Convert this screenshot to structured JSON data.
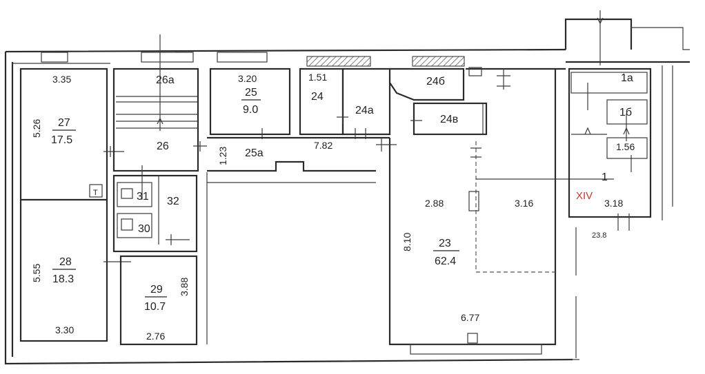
{
  "plan": {
    "rooms": [
      {
        "id": "27",
        "number": "27",
        "area": "17.5"
      },
      {
        "id": "28",
        "number": "28",
        "area": "18.3"
      },
      {
        "id": "26a",
        "number": "26а"
      },
      {
        "id": "26",
        "number": "26"
      },
      {
        "id": "25",
        "number": "25",
        "area": "9.0"
      },
      {
        "id": "25a",
        "number": "25а"
      },
      {
        "id": "24",
        "number": "24"
      },
      {
        "id": "24a",
        "number": "24а"
      },
      {
        "id": "24b",
        "number": "24б"
      },
      {
        "id": "24v",
        "number": "24в"
      },
      {
        "id": "31",
        "number": "31"
      },
      {
        "id": "30",
        "number": "30"
      },
      {
        "id": "32",
        "number": "32"
      },
      {
        "id": "29",
        "number": "29",
        "area": "10.7"
      },
      {
        "id": "23",
        "number": "23",
        "area": "62.4"
      },
      {
        "id": "1a",
        "number": "1а"
      },
      {
        "id": "1b",
        "number": "1б"
      },
      {
        "id": "1",
        "number": "1"
      }
    ],
    "dimensions": {
      "r27_top": "3.35",
      "r27_side": "5.26",
      "r28_side": "5.55",
      "r28_bottom": "3.30",
      "r25_top": "3.20",
      "r24_top": "1.51",
      "corridor_height": "1.23",
      "corridor_length": "7.82",
      "r29_side": "3.88",
      "r29_bottom": "2.76",
      "r23_width_a": "2.88",
      "r23_width_b": "3.16",
      "r23_height": "8.10",
      "r23_bottom": "6.77",
      "r1_width": "3.18",
      "r1b_width": "1.56"
    },
    "section_label": "XIV",
    "toilet_symbol": "T",
    "cut_text": "23.8"
  }
}
